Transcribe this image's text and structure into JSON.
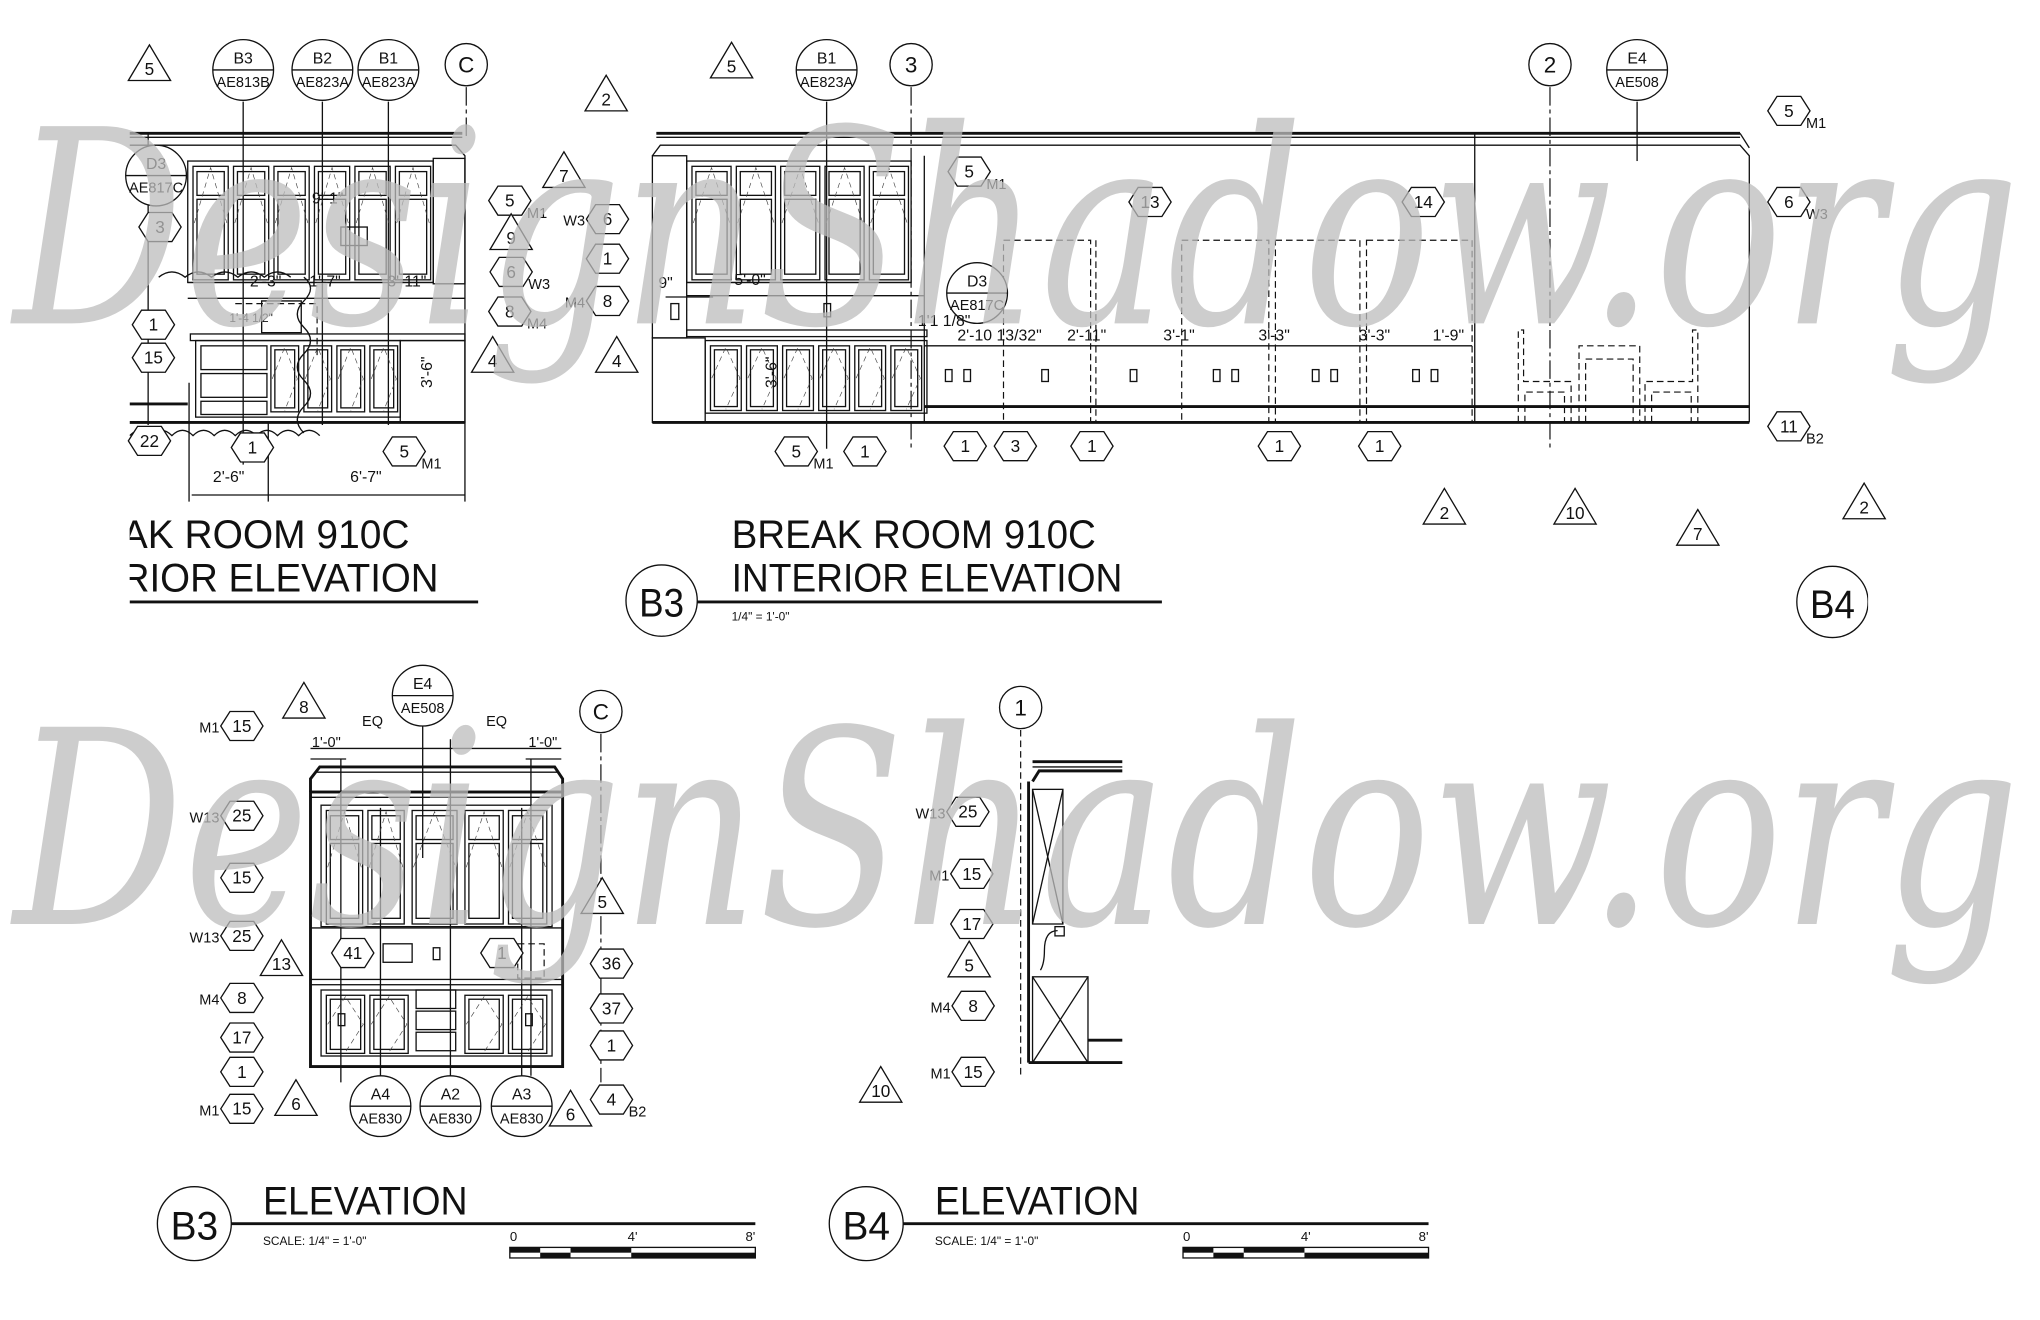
{
  "watermark": "DesignShadow.org",
  "colors": {
    "ink": "#111111",
    "watermark": "#bdbdbd",
    "paper": "#ffffff"
  },
  "views": [
    {
      "title_line1": "AK ROOM 910C",
      "title_line2": "RIOR ELEVATION",
      "grid_bubbles": [
        "C"
      ],
      "detail_bubbles": [
        {
          "top": "B3",
          "bottom": "AE813B"
        },
        {
          "top": "B2",
          "bottom": "AE823A"
        },
        {
          "top": "B1",
          "bottom": "AE823A"
        },
        {
          "top": "D3",
          "bottom": "AE817C"
        }
      ],
      "keynotes": [
        {
          "n": "3"
        },
        {
          "n": "1"
        },
        {
          "n": "15"
        },
        {
          "n": "22"
        },
        {
          "n": "1"
        },
        {
          "n": "5",
          "code": "M1"
        },
        {
          "n": "5",
          "code": "M1"
        },
        {
          "n": "6",
          "code": "W3"
        },
        {
          "n": "8",
          "code": "M4"
        }
      ],
      "revisions": [
        "5",
        "2",
        "7",
        "9",
        "4"
      ],
      "dimensions": [
        "9'-1\"",
        "2'-3\"",
        "1'-7\"",
        "3'-11\"",
        "1'-4 1/2\"",
        "3'-6\"",
        "2'-6\"",
        "6'-7\""
      ]
    },
    {
      "title_line1": "BREAK ROOM 910C",
      "title_line2": "INTERIOR ELEVATION",
      "view_id": "B3",
      "scale": "1/4\" = 1'-0\"",
      "next_view_id": "B4",
      "grid_bubbles": [
        "3",
        "2"
      ],
      "detail_bubbles": [
        {
          "top": "B1",
          "bottom": "AE823A"
        },
        {
          "top": "E4",
          "bottom": "AE508"
        },
        {
          "top": "D3",
          "bottom": "AE817C"
        }
      ],
      "keynotes": [
        {
          "n": "5",
          "code": "M1"
        },
        {
          "n": "6",
          "code": "W3"
        },
        {
          "n": "1"
        },
        {
          "n": "8",
          "code": "M4"
        },
        {
          "n": "13"
        },
        {
          "n": "14"
        },
        {
          "n": "5",
          "code": "M1"
        },
        {
          "n": "6",
          "code": "W3"
        },
        {
          "n": "11",
          "code": "B2"
        },
        {
          "n": "5",
          "code": "M1"
        },
        {
          "n": "1"
        },
        {
          "n": "1"
        },
        {
          "n": "3"
        },
        {
          "n": "1"
        },
        {
          "n": "1"
        },
        {
          "n": "1"
        }
      ],
      "revisions": [
        "5",
        "4",
        "2",
        "10",
        "7",
        "2"
      ],
      "dimensions": [
        "9\"",
        "5'-0\"",
        "3'-6\"",
        "1'1 1/8\"",
        "2'-10 13/32\"",
        "2'-11\"",
        "3'-1\"",
        "3'-3\"",
        "3'-3\"",
        "1'-9\""
      ]
    },
    {
      "title": "ELEVATION",
      "view_id": "B3",
      "scale_label": "SCALE: 1/4\" = 1'-0\"",
      "scale_bar": [
        "0",
        "4'",
        "8'"
      ],
      "grid_bubbles": [
        "C"
      ],
      "detail_bubbles": [
        {
          "top": "E4",
          "bottom": "AE508"
        },
        {
          "top": "A4",
          "bottom": "AE830"
        },
        {
          "top": "A2",
          "bottom": "AE830"
        },
        {
          "top": "A3",
          "bottom": "AE830"
        }
      ],
      "keynotes": [
        {
          "n": "15",
          "code": "M1"
        },
        {
          "n": "25",
          "code": "W13"
        },
        {
          "n": "15"
        },
        {
          "n": "25",
          "code": "W13"
        },
        {
          "n": "8",
          "code": "M4"
        },
        {
          "n": "17"
        },
        {
          "n": "1"
        },
        {
          "n": "15",
          "code": "M1"
        },
        {
          "n": "41"
        },
        {
          "n": "1"
        },
        {
          "n": "36"
        },
        {
          "n": "37"
        },
        {
          "n": "1"
        },
        {
          "n": "4",
          "code": "B2"
        }
      ],
      "revisions": [
        "8",
        "13",
        "5",
        "6",
        "6"
      ],
      "dimensions": [
        "EQ",
        "EQ",
        "1'-0\"",
        "1'-0\""
      ]
    },
    {
      "title": "ELEVATION",
      "view_id": "B4",
      "scale_label": "SCALE: 1/4\" = 1'-0\"",
      "scale_bar": [
        "0",
        "4'",
        "8'"
      ],
      "grid_bubbles": [
        "1"
      ],
      "keynotes": [
        {
          "n": "25",
          "code": "W13"
        },
        {
          "n": "15",
          "code": "M1"
        },
        {
          "n": "17"
        },
        {
          "n": "8",
          "code": "M4"
        },
        {
          "n": "15",
          "code": "M1"
        }
      ],
      "revisions": [
        "5",
        "10"
      ]
    }
  ]
}
